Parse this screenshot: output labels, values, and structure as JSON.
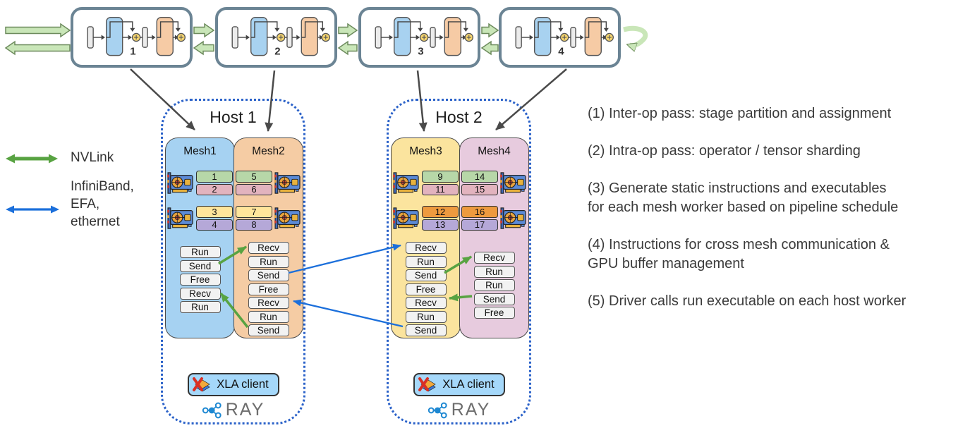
{
  "pipeline": {
    "stages": [
      {
        "label": "1"
      },
      {
        "label": "2"
      },
      {
        "label": "3"
      },
      {
        "label": "4"
      }
    ]
  },
  "legend": {
    "nvlink_label": "NVLink",
    "interconnect_lines": [
      "InfiniBand,",
      "EFA,",
      "ethernet"
    ]
  },
  "hosts": [
    {
      "title": "Host 1",
      "client_label": "XLA client",
      "runtime_label": "RAY",
      "meshes": [
        {
          "name": "Mesh1",
          "bg": "#A6D2F2",
          "gpu_side": "left",
          "gpu_rows": [
            [
              {
                "label": "1",
                "color": "#B7D7A8"
              },
              {
                "label": "2",
                "color": "#E2B3BE"
              }
            ],
            [
              {
                "label": "3",
                "color": "#FFE59B"
              },
              {
                "label": "4",
                "color": "#B5A8D8"
              }
            ]
          ],
          "instructions": [
            "Run",
            "Send",
            "Free",
            "Recv",
            "Run"
          ]
        },
        {
          "name": "Mesh2",
          "bg": "#F5CCA4",
          "gpu_side": "right",
          "gpu_rows": [
            [
              {
                "label": "5",
                "color": "#B7D7A8"
              },
              {
                "label": "6",
                "color": "#E2B3BE"
              }
            ],
            [
              {
                "label": "7",
                "color": "#FFE59B"
              },
              {
                "label": "8",
                "color": "#B5A8D8"
              }
            ]
          ],
          "instructions": [
            "Recv",
            "Run",
            "Send",
            "Free",
            "Recv",
            "Run",
            "Send"
          ]
        }
      ]
    },
    {
      "title": "Host 2",
      "client_label": "XLA client",
      "runtime_label": "RAY",
      "meshes": [
        {
          "name": "Mesh3",
          "bg": "#FBE49E",
          "gpu_side": "left",
          "gpu_rows": [
            [
              {
                "label": "9",
                "color": "#B7D7A8"
              },
              {
                "label": "11",
                "color": "#E2B3BE"
              }
            ],
            [
              {
                "label": "12",
                "color": "#ED9A3F"
              },
              {
                "label": "13",
                "color": "#B5A8D8"
              }
            ]
          ],
          "instructions": [
            "Recv",
            "Run",
            "Send",
            "Free",
            "Recv",
            "Run",
            "Send"
          ]
        },
        {
          "name": "Mesh4",
          "bg": "#E7CBDE",
          "gpu_side": "right",
          "gpu_rows": [
            [
              {
                "label": "14",
                "color": "#B7D7A8"
              },
              {
                "label": "15",
                "color": "#E2B3BE"
              }
            ],
            [
              {
                "label": "16",
                "color": "#ED9A3F"
              },
              {
                "label": "17",
                "color": "#B5A8D8"
              }
            ]
          ],
          "instructions": [
            "Recv",
            "Run",
            "Run",
            "Send",
            "Free"
          ]
        }
      ]
    }
  ],
  "annotations": [
    {
      "text": "(1) Inter-op pass: stage partition and assignment",
      "lines": [
        "(1) Inter-op pass: stage partition and assignment"
      ]
    },
    {
      "text": "(2) Intra-op pass: operator / tensor sharding",
      "lines": [
        "(2) Intra-op pass: operator / tensor sharding"
      ]
    },
    {
      "text": "(3) Generate static instructions and executables for each mesh worker based on pipeline schedule",
      "lines": [
        "(3) Generate static instructions and executables",
        "for each mesh worker based on pipeline schedule"
      ]
    },
    {
      "text": "(4) Instructions for cross mesh communication & GPU buffer management",
      "lines": [
        "(4) Instructions for cross mesh communication &",
        "GPU buffer management"
      ]
    },
    {
      "text": "(5) Driver calls run executable on each host worker",
      "lines": [
        "(5) Driver calls run executable on each host worker"
      ]
    }
  ],
  "colors": {
    "nvlink_green": "#58A342",
    "interconnect_blue": "#1B6FDB",
    "pipeline_arrow_fill": "#C9E6B8",
    "pipeline_arrow_stroke": "#6C8A5C",
    "stage_border": "#6B8494",
    "dark_arrow": "#4A4A4A",
    "stage_block_blue": "#A8D2F0",
    "stage_block_orange": "#F6CBA5",
    "xla_button_bg": "#A5D8FA"
  }
}
